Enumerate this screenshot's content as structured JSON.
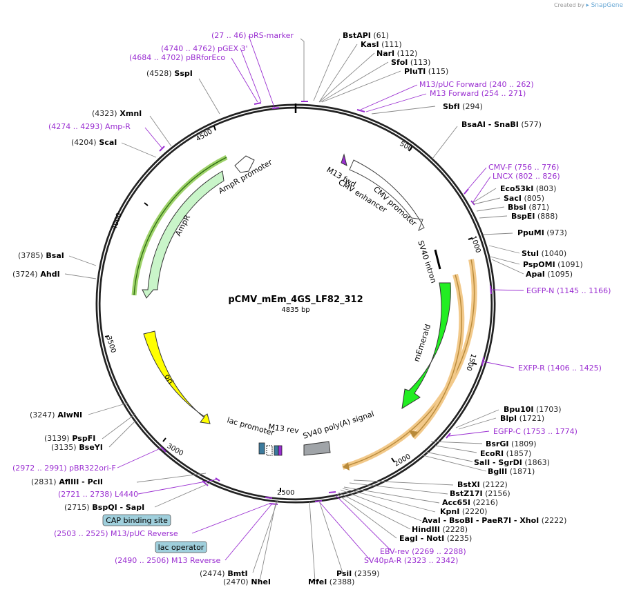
{
  "credit": {
    "prefix": "Created by",
    "brand": "SnapGene"
  },
  "plasmid": {
    "name": "pCMV_mEm_4GS_LF82_312",
    "length": "4835 bp"
  },
  "colors": {
    "enzyme_text": "#000000",
    "enzyme_pos": "#222222",
    "primer": "#9a2ed1",
    "feature_label_box": "#9fcfdc",
    "ampr": "#c9f5c9",
    "ori": "#ffff00",
    "mEmerald": "#22ee22",
    "polyA": "#a0a4a8",
    "highlight": "#f2c98a"
  },
  "ticks": [
    "500",
    "1000",
    "1500",
    "2000",
    "2500",
    "3000",
    "3500",
    "4000",
    "4500"
  ],
  "features": [
    "AmpR promoter",
    "AmpR",
    "ori",
    "M13 fwd",
    "CMV enhancer",
    "CMV promoter",
    "SV40 intron",
    "mEmerald",
    "SV40 poly(A) signal",
    "lac promoter",
    "M13 rev"
  ],
  "inner_boxes": [
    "CAP binding site",
    "lac operator"
  ],
  "labels": [
    {
      "t": "(27 .. 46)  pRS-marker",
      "c": "p"
    },
    {
      "t": "BstAPI",
      "c": "e",
      "n": "(61)"
    },
    {
      "t": "KasI",
      "c": "e",
      "n": "(111)"
    },
    {
      "t": "(4740 .. 4762)  pGEX 3'",
      "c": "p"
    },
    {
      "t": "NarI",
      "c": "e",
      "n": "(112)"
    },
    {
      "t": "(4684 .. 4702)  pBRforEco",
      "c": "p"
    },
    {
      "t": "SfoI",
      "c": "e",
      "n": "(113)"
    },
    {
      "t": "PluTI",
      "c": "e",
      "n": "(115)"
    },
    {
      "t": "(4528)",
      "c": "en",
      "n": "SspI"
    },
    {
      "t": "M13/pUC Forward",
      "c": "p",
      "n": "(240 .. 262)"
    },
    {
      "t": "M13 Forward",
      "c": "p",
      "n": "(254 .. 271)"
    },
    {
      "t": "SbfI",
      "c": "e",
      "n": "(294)"
    },
    {
      "t": "(4323)",
      "c": "en",
      "n": "XmnI"
    },
    {
      "t": "BsaAI  - SnaBI",
      "c": "e",
      "n": "(577)"
    },
    {
      "t": "(4274 .. 4293)  Amp-R",
      "c": "p"
    },
    {
      "t": "(4204)",
      "c": "en",
      "n": "ScaI"
    },
    {
      "t": "CMV-F",
      "c": "p",
      "n": "(756 .. 776)"
    },
    {
      "t": "LNCX",
      "c": "p",
      "n": "(802 .. 826)"
    },
    {
      "t": "Eco53kI",
      "c": "e",
      "n": "(803)"
    },
    {
      "t": "SacI",
      "c": "e",
      "n": "(805)"
    },
    {
      "t": "BbsI",
      "c": "e",
      "n": "(871)"
    },
    {
      "t": "BspEI",
      "c": "e",
      "n": "(888)"
    },
    {
      "t": "PpuMI",
      "c": "e",
      "n": "(973)"
    },
    {
      "t": "(3785)",
      "c": "en",
      "n": "BsaI"
    },
    {
      "t": "StuI",
      "c": "e",
      "n": "(1040)"
    },
    {
      "t": "PspOMI",
      "c": "e",
      "n": "(1091)"
    },
    {
      "t": "(3724)",
      "c": "en",
      "n": "AhdI"
    },
    {
      "t": "ApaI",
      "c": "e",
      "n": "(1095)"
    },
    {
      "t": "EGFP-N",
      "c": "p",
      "n": "(1145 .. 1166)"
    },
    {
      "t": "EXFP-R",
      "c": "p",
      "n": "(1406 .. 1425)"
    },
    {
      "t": "(3247)",
      "c": "en",
      "n": "AlwNI"
    },
    {
      "t": "Bpu10I",
      "c": "e",
      "n": "(1703)"
    },
    {
      "t": "BlpI",
      "c": "e",
      "n": "(1721)"
    },
    {
      "t": "(3139)",
      "c": "en",
      "n": "PspFI"
    },
    {
      "t": "EGFP-C",
      "c": "p",
      "n": "(1753 .. 1774)"
    },
    {
      "t": "(3135)",
      "c": "en",
      "n": "BseYI"
    },
    {
      "t": "BsrGI",
      "c": "e",
      "n": "(1809)"
    },
    {
      "t": "EcoRI",
      "c": "e",
      "n": "(1857)"
    },
    {
      "t": "(2972 .. 2991)  pBR322ori-F",
      "c": "p"
    },
    {
      "t": "SalI  - SgrDI",
      "c": "e",
      "n": "(1863)"
    },
    {
      "t": "BglII",
      "c": "e",
      "n": "(1871)"
    },
    {
      "t": "(2831)",
      "c": "en",
      "n": "AflIII  - PciI"
    },
    {
      "t": "BstXI",
      "c": "e",
      "n": "(2122)"
    },
    {
      "t": "(2721 .. 2738)  L4440",
      "c": "p"
    },
    {
      "t": "BstZ17I",
      "c": "e",
      "n": "(2156)"
    },
    {
      "t": "(2715)",
      "c": "en",
      "n": "BspQI  - SapI"
    },
    {
      "t": "Acc65I",
      "c": "e",
      "n": "(2216)"
    },
    {
      "t": "KpnI",
      "c": "e",
      "n": "(2220)"
    },
    {
      "t": "AvaI  - BsoBI  - PaeR7I  - XhoI",
      "c": "e",
      "n": "(2222)"
    },
    {
      "t": "(2503 .. 2525)  M13/pUC Reverse",
      "c": "p"
    },
    {
      "t": "HindIII",
      "c": "e",
      "n": "(2228)"
    },
    {
      "t": "EagI  - NotI",
      "c": "e",
      "n": "(2235)"
    },
    {
      "t": "EBV-rev",
      "c": "p",
      "n": "(2269 .. 2288)"
    },
    {
      "t": "(2490 .. 2506)  M13 Reverse",
      "c": "p"
    },
    {
      "t": "SV40pA-R",
      "c": "p",
      "n": "(2323 .. 2342)"
    },
    {
      "t": "(2474)",
      "c": "en",
      "n": "BmtI"
    },
    {
      "t": "PsiI",
      "c": "e",
      "n": "(2359)"
    },
    {
      "t": "(2470)",
      "c": "en",
      "n": "NheI"
    },
    {
      "t": "MfeI",
      "c": "e",
      "n": "(2388)"
    }
  ]
}
